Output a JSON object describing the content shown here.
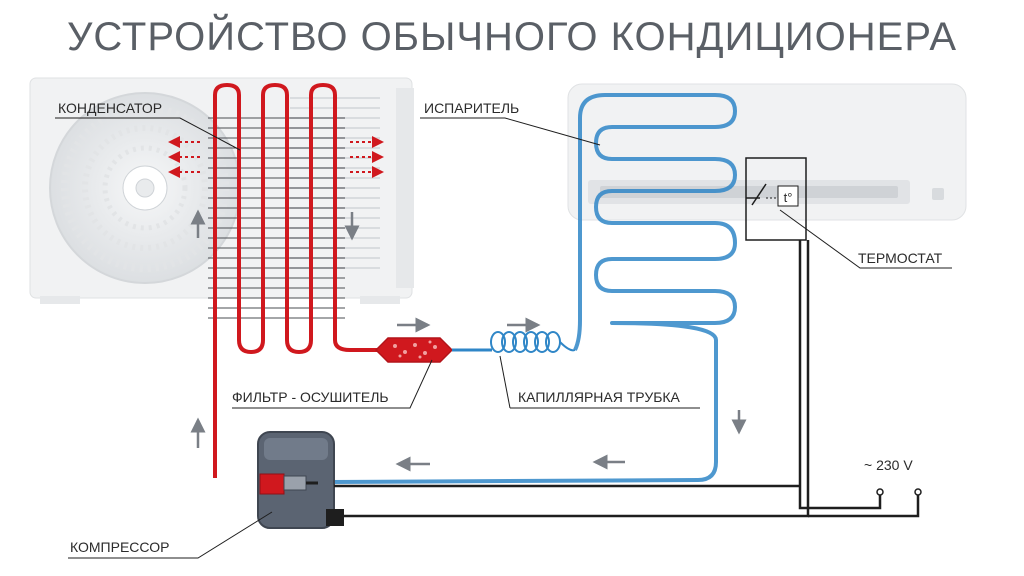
{
  "title": "УСТРОЙСТВО ОБЫЧНОГО КОНДИЦИОНЕРА",
  "labels": {
    "condenser": "КОНДЕНСАТОР",
    "evaporator": "ИСПАРИТЕЛЬ",
    "thermostat": "ТЕРМОСТАТ",
    "filter_dryer": "ФИЛЬТР - ОСУШИТЕЛЬ",
    "capillary_tube": "КАПИЛЛЯРНАЯ ТРУБКА",
    "compressor": "КОМПРЕССОР",
    "voltage": "~ 230 V",
    "thermostat_symbol": "t°"
  },
  "colors": {
    "hot_line": "#d0181e",
    "cold_line": "#2f86c7",
    "wire": "#1e1e1e",
    "title": "#5a5f66",
    "unit_body": "#f1f2f3",
    "compressor_body": "#5b6472"
  }
}
